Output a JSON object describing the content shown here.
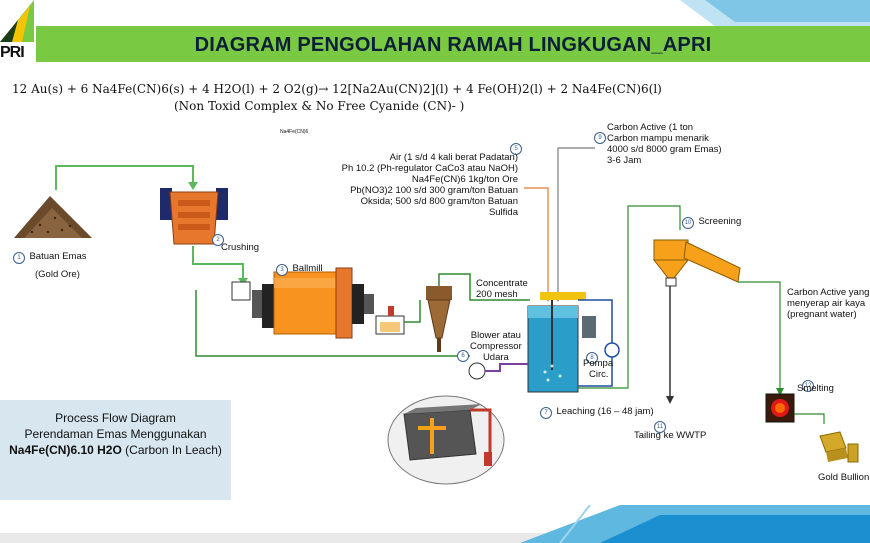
{
  "header": {
    "title": "DIAGRAM PENGOLAHAN RAMAH LINGKUGAN_APRI",
    "logo_text": "PRI"
  },
  "equation": {
    "main": "12 Au(s) + 6 Na4Fe(CN)6(s)  + 4 H2O(l) + 2 O2(g)→ 12[Na2Au(CN)2](l) + 4 Fe(OH)2(l) + 2 Na4Fe(CN)6(l)",
    "note": "(Non Toxid Complex & No Free Cyanide (CN)- )",
    "small_label": "Na4Fe(CN)6"
  },
  "steps": [
    {
      "num": "1",
      "label_lines": [
        "Batuan Emas",
        "(Gold Ore)"
      ]
    },
    {
      "num": "2",
      "label_lines": [
        "Crushing"
      ]
    },
    {
      "num": "3",
      "label_lines": [
        "Ballmill"
      ]
    },
    {
      "num": "5",
      "label_lines": [
        "Air (1 s/d 4 kali berat Padatan)",
        "Ph 10.2 (Ph-regulator CaCo3 atau NaOH)",
        "Na4Fe(CN)6  1kg/ton Ore",
        "Pb(NO3)2 100 s/d 300 gram/ton Batuan",
        "Oksida; 500 s/d 800 gram/ton Batuan",
        "Sulfida"
      ]
    },
    {
      "num": "6",
      "label_lines": [
        "Blower atau",
        "Compressor",
        "Udara"
      ]
    },
    {
      "num": "7",
      "label_lines": [
        "Leaching (16 – 48 jam)"
      ]
    },
    {
      "num": "8",
      "label_lines": [
        "Pompa",
        "Circ."
      ]
    },
    {
      "num": "9",
      "label_lines": [
        "Carbon Active (1 ton",
        "Carbon mampu menarik",
        "4000 s/d 8000 gram Emas)",
        "3-6 Jam"
      ]
    },
    {
      "num": "10",
      "label_lines": [
        "Screening"
      ]
    },
    {
      "num": "11",
      "label_lines": [
        "Tailing ke WWTP"
      ]
    },
    {
      "num": "12",
      "label_lines": [
        "Smelting"
      ]
    }
  ],
  "concentrate_lines": [
    "Concentrate",
    "200 mesh"
  ],
  "carbon_pregnant_lines": [
    "Carbon Active yang s",
    "menyerap air kaya",
    "(pregnant water)"
  ],
  "gold_bullion": "Gold Bullion",
  "process_box": {
    "line1": "Process Flow Diagram",
    "line2": "Perendaman Emas Menggunakan",
    "line3_bold": "Na4Fe(CN)6.10 H2O",
    "line3_rest": " (Carbon In Leach)"
  },
  "colors": {
    "title_bar": "#7ac943",
    "title_text": "#0b1f36",
    "accent_blue": "#1e90c8",
    "orange": "#f7931e",
    "green_line": "#2e8b2e"
  }
}
